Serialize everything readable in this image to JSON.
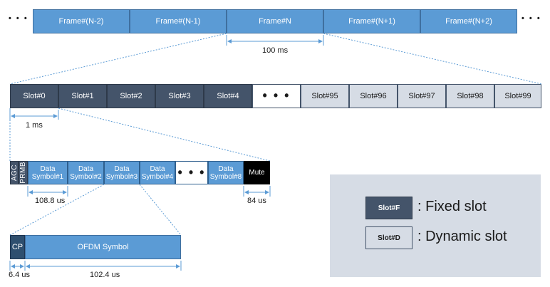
{
  "ellipsis": "• • •",
  "frames": [
    "Frame#(N-2)",
    "Frame#(N-1)",
    "Frame#N",
    "Frame#(N+1)",
    "Frame#(N+2)"
  ],
  "frame_duration": "100 ms",
  "slots": [
    "Slot#0",
    "Slot#1",
    "Slot#2",
    "Slot#3",
    "Slot#4",
    "• • •",
    "Slot#95",
    "Slot#96",
    "Slot#97",
    "Slot#98",
    "Slot#99"
  ],
  "slot_duration": "1 ms",
  "symbols": {
    "agc": "AGC",
    "prmb": "PRMB",
    "data": [
      "Data Symbol#1",
      "Data Symbol#2",
      "Data Symbol#3",
      "Data Symbol#4"
    ],
    "ellipsis": "• • •",
    "data_last": "Data Symbol#8",
    "mute": "Mute"
  },
  "symbol_duration": "108.8 us",
  "mute_duration": "84 us",
  "ofdm": {
    "cp": "CP",
    "symbol": "OFDM Symbol",
    "cp_duration": "6.4 us",
    "symbol_duration": "102.4 us"
  },
  "legend": {
    "fixed_chip": "Slot#F",
    "fixed_text": ": Fixed slot",
    "dynamic_chip": "Slot#D",
    "dynamic_text": ": Dynamic slot"
  },
  "colors": {
    "frame": "#5b9bd5",
    "fixed_slot": "#44546a",
    "dynamic_slot": "#d6dce5",
    "mute": "#000000",
    "arrow": "#5b9bd5"
  }
}
